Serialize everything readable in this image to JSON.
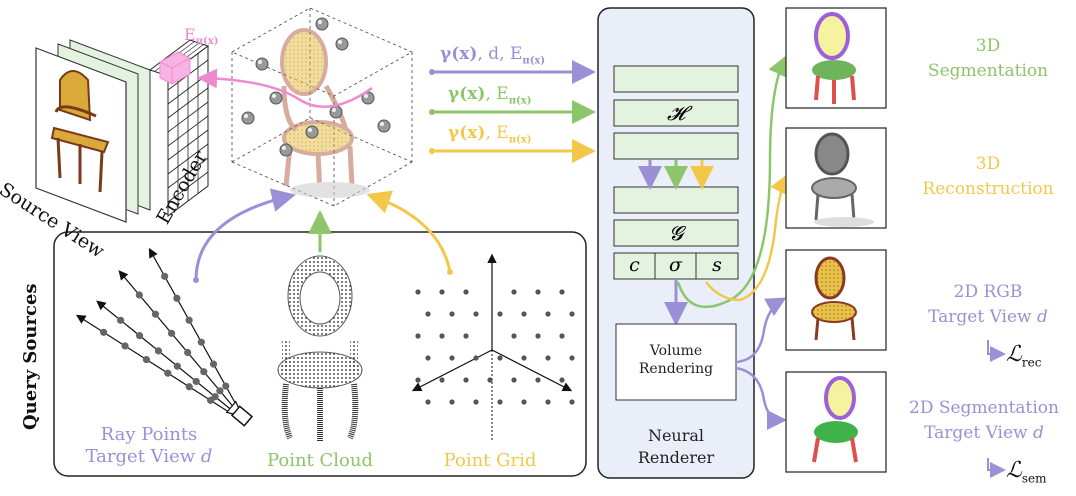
{
  "encoder": {
    "source_view_label": "Source View",
    "encoder_label": "Encoder",
    "feature_label": "E",
    "feature_sub": "π(x)"
  },
  "inputs": [
    {
      "gamma": "γ(x)",
      "extra": ", d, ",
      "feat": "E",
      "feat_sub": "π(x)",
      "color": "#9b8fd6"
    },
    {
      "gamma": "γ(x)",
      "extra": ", ",
      "feat": "E",
      "feat_sub": "π(x)",
      "color": "#8cc56a"
    },
    {
      "gamma": "γ(x)",
      "extra": ", ",
      "feat": "E",
      "feat_sub": "π(x)",
      "color": "#f2c84b"
    }
  ],
  "query": {
    "title": "Query Sources",
    "ray_line1": "Ray Points",
    "ray_line2_prefix": "Target View ",
    "ray_line2_var": "d",
    "point_cloud": "Point Cloud",
    "point_grid": "Point Grid"
  },
  "renderer": {
    "H": "𝓗",
    "G": "𝓖",
    "c": "c",
    "sigma": "σ",
    "s": "s",
    "volume_line1": "Volume",
    "volume_line2": "Rendering",
    "neural_line1": "Neural",
    "neural_line2": "Renderer"
  },
  "outputs": {
    "seg3d_line1": "3D",
    "seg3d_line2": "Segmentation",
    "rec3d_line1": "3D",
    "rec3d_line2": "Reconstruction",
    "rgb2d_line1": "2D RGB",
    "rgb2d_line2_prefix": "Target View ",
    "rgb2d_var": "d",
    "loss_rec": "ℒ",
    "loss_rec_sub": "rec",
    "seg2d_line1": "2D Segmentation",
    "seg2d_line2_prefix": "Target View ",
    "seg2d_var": "d",
    "loss_sem": "ℒ",
    "loss_sem_sub": "sem"
  },
  "colors": {
    "purple": "#9b8fd6",
    "green": "#8cc56a",
    "yellow": "#f2c84b",
    "pink": "#f08ad0",
    "renderer_bg": "#eaeef8",
    "box_green": "#e4f3e0"
  }
}
